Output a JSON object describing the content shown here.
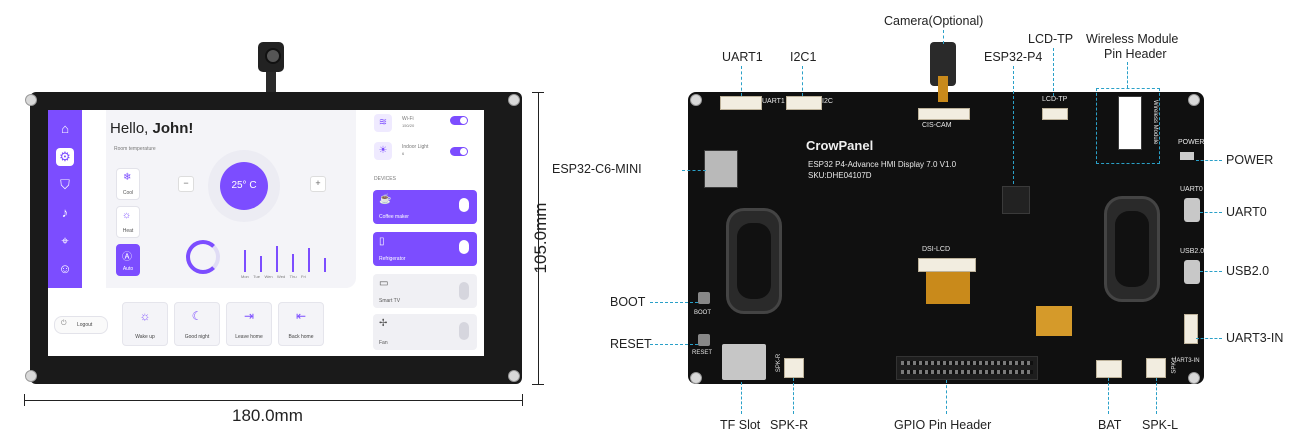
{
  "device_front": {
    "greeting_prefix": "Hello,",
    "greeting_name": "John!",
    "room_temp_label": "Room temperature",
    "temperature": "25° C",
    "minus": "−",
    "plus": "+",
    "modes": [
      {
        "label": "Cool",
        "icon": "snowflake-icon"
      },
      {
        "label": "Heat",
        "icon": "sun-icon"
      },
      {
        "label": "Auto",
        "icon": "auto-icon"
      }
    ],
    "days": [
      "Mon",
      "Tue",
      "Wen",
      "Wed",
      "Thu",
      "Fri"
    ],
    "wifi_label": "Wi-Fi",
    "wifi_sub": "150/20",
    "indoor_light_label": "Indoor Light",
    "indoor_light_sub": "6",
    "devices_header": "DEVICES",
    "devices": [
      {
        "label": "Coffee maker",
        "icon": "coffee-maker-icon",
        "on": true
      },
      {
        "label": "Refrigerator",
        "icon": "refrigerator-icon",
        "on": true
      },
      {
        "label": "Smart TV",
        "icon": "tv-icon",
        "on": false
      },
      {
        "label": "Fan",
        "icon": "fan-icon",
        "on": false
      }
    ],
    "scenes": [
      "Wake up",
      "Good night",
      "Leave home",
      "Back home"
    ],
    "logout": "Logout",
    "width_dim": "180.0mm",
    "height_dim": "105.0mm",
    "accent_color": "#7c4dff"
  },
  "board_back": {
    "brand": "CrowPanel",
    "model_line": "ESP32 P4-Advance HMI Display 7.0 V1.0",
    "sku_line": "SKU:DHE04107D",
    "silkscreen": {
      "uart1": "UART1",
      "i2c": "I2C",
      "csi_cam": "CIS-CAM",
      "lcd_tp": "LCD-TP",
      "power": "POWER",
      "uart0": "UART0",
      "usb2": "USB2.0",
      "dsi_lcd": "DSI-LCD",
      "boot": "BOOT",
      "reset": "RESET",
      "spk_r": "SPK-R",
      "spk_l": "SPK-L",
      "uart3_in": "UART3-IN",
      "wireless": "Wireless Module"
    },
    "callouts": {
      "camera": "Camera(Optional)",
      "uart1": "UART1",
      "i2c1": "I2C1",
      "esp32_p4": "ESP32-P4",
      "lcd_tp": "LCD-TP",
      "wireless_line1": "Wireless Module",
      "wireless_line2": "Pin Header",
      "esp32_c6": "ESP32-C6-MINI",
      "power": "POWER",
      "uart0": "UART0",
      "usb2": "USB2.0",
      "boot": "BOOT",
      "reset": "RESET",
      "uart3_in": "UART3-IN",
      "tf_slot": "TF Slot",
      "spk_r": "SPK-R",
      "gpio": "GPIO Pin Header",
      "bat": "BAT",
      "spk_l": "SPK-L"
    },
    "callout_color": "#2aa0c8"
  }
}
